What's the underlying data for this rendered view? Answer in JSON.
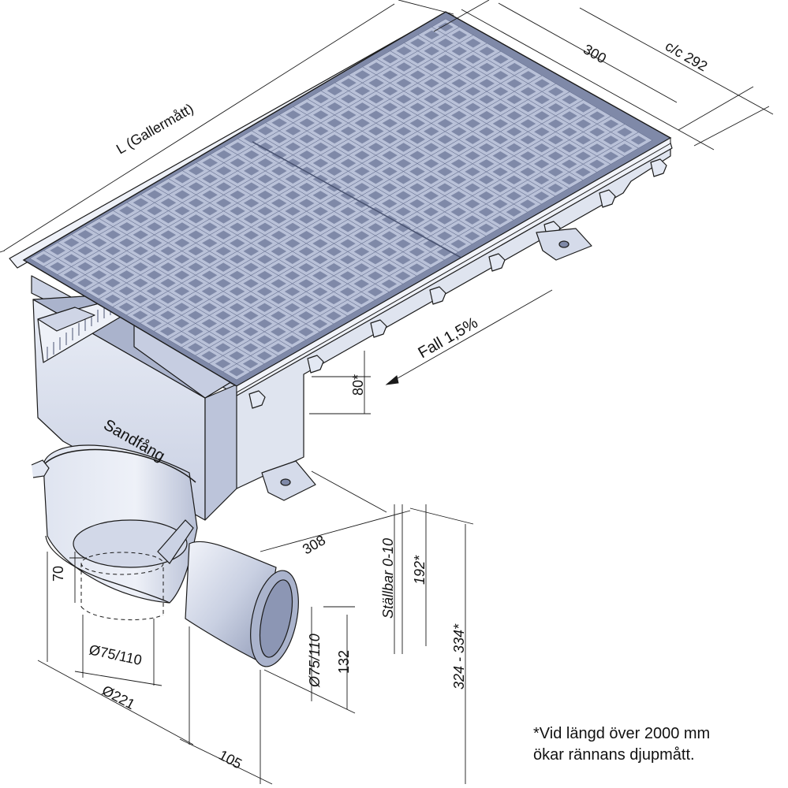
{
  "labels": {
    "grating_length": "L (Gallermått)",
    "width_300": "300",
    "cc_292": "c/c 292",
    "slope": "Fall 1,5%",
    "depth_80": "80*",
    "sand_trap": "Sandfång",
    "dim_308": "308",
    "adjustable": "Ställbar 0-10",
    "depth_192": "192*",
    "depth_324_334": "324 - 334*",
    "dim_70": "70",
    "dia_outlet_bottom": "Ø75/110",
    "dia_221": "Ø221",
    "dia_outlet_side": "Ø75/110",
    "dim_132": "132",
    "dim_105": "105"
  },
  "note": {
    "line1": "*Vid längd över 2000 mm",
    "line2": "ökar rännans djupmått."
  },
  "colors": {
    "line": "#1a1a1a",
    "steel_light": "#e3e8f3",
    "steel_mid": "#c2cade",
    "steel_dark": "#8c96b4",
    "grate_bar": "#b9c1d8",
    "grate_hole": "#7f89a8"
  }
}
